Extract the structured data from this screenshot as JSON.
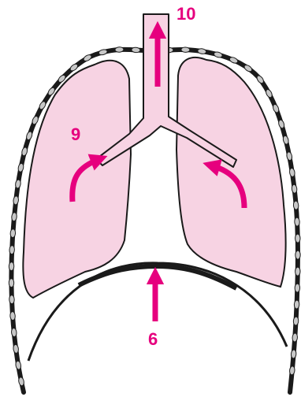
{
  "labels": {
    "trachea_arrow_label": "10",
    "lung_arrow_label": "9",
    "diaphragm_arrow_label": "6"
  },
  "colors": {
    "arrow": "#e6007e",
    "lung_fill": "#f7d3e3",
    "outline": "#1a1a1a",
    "rib_bead": "#c8c8c8"
  }
}
